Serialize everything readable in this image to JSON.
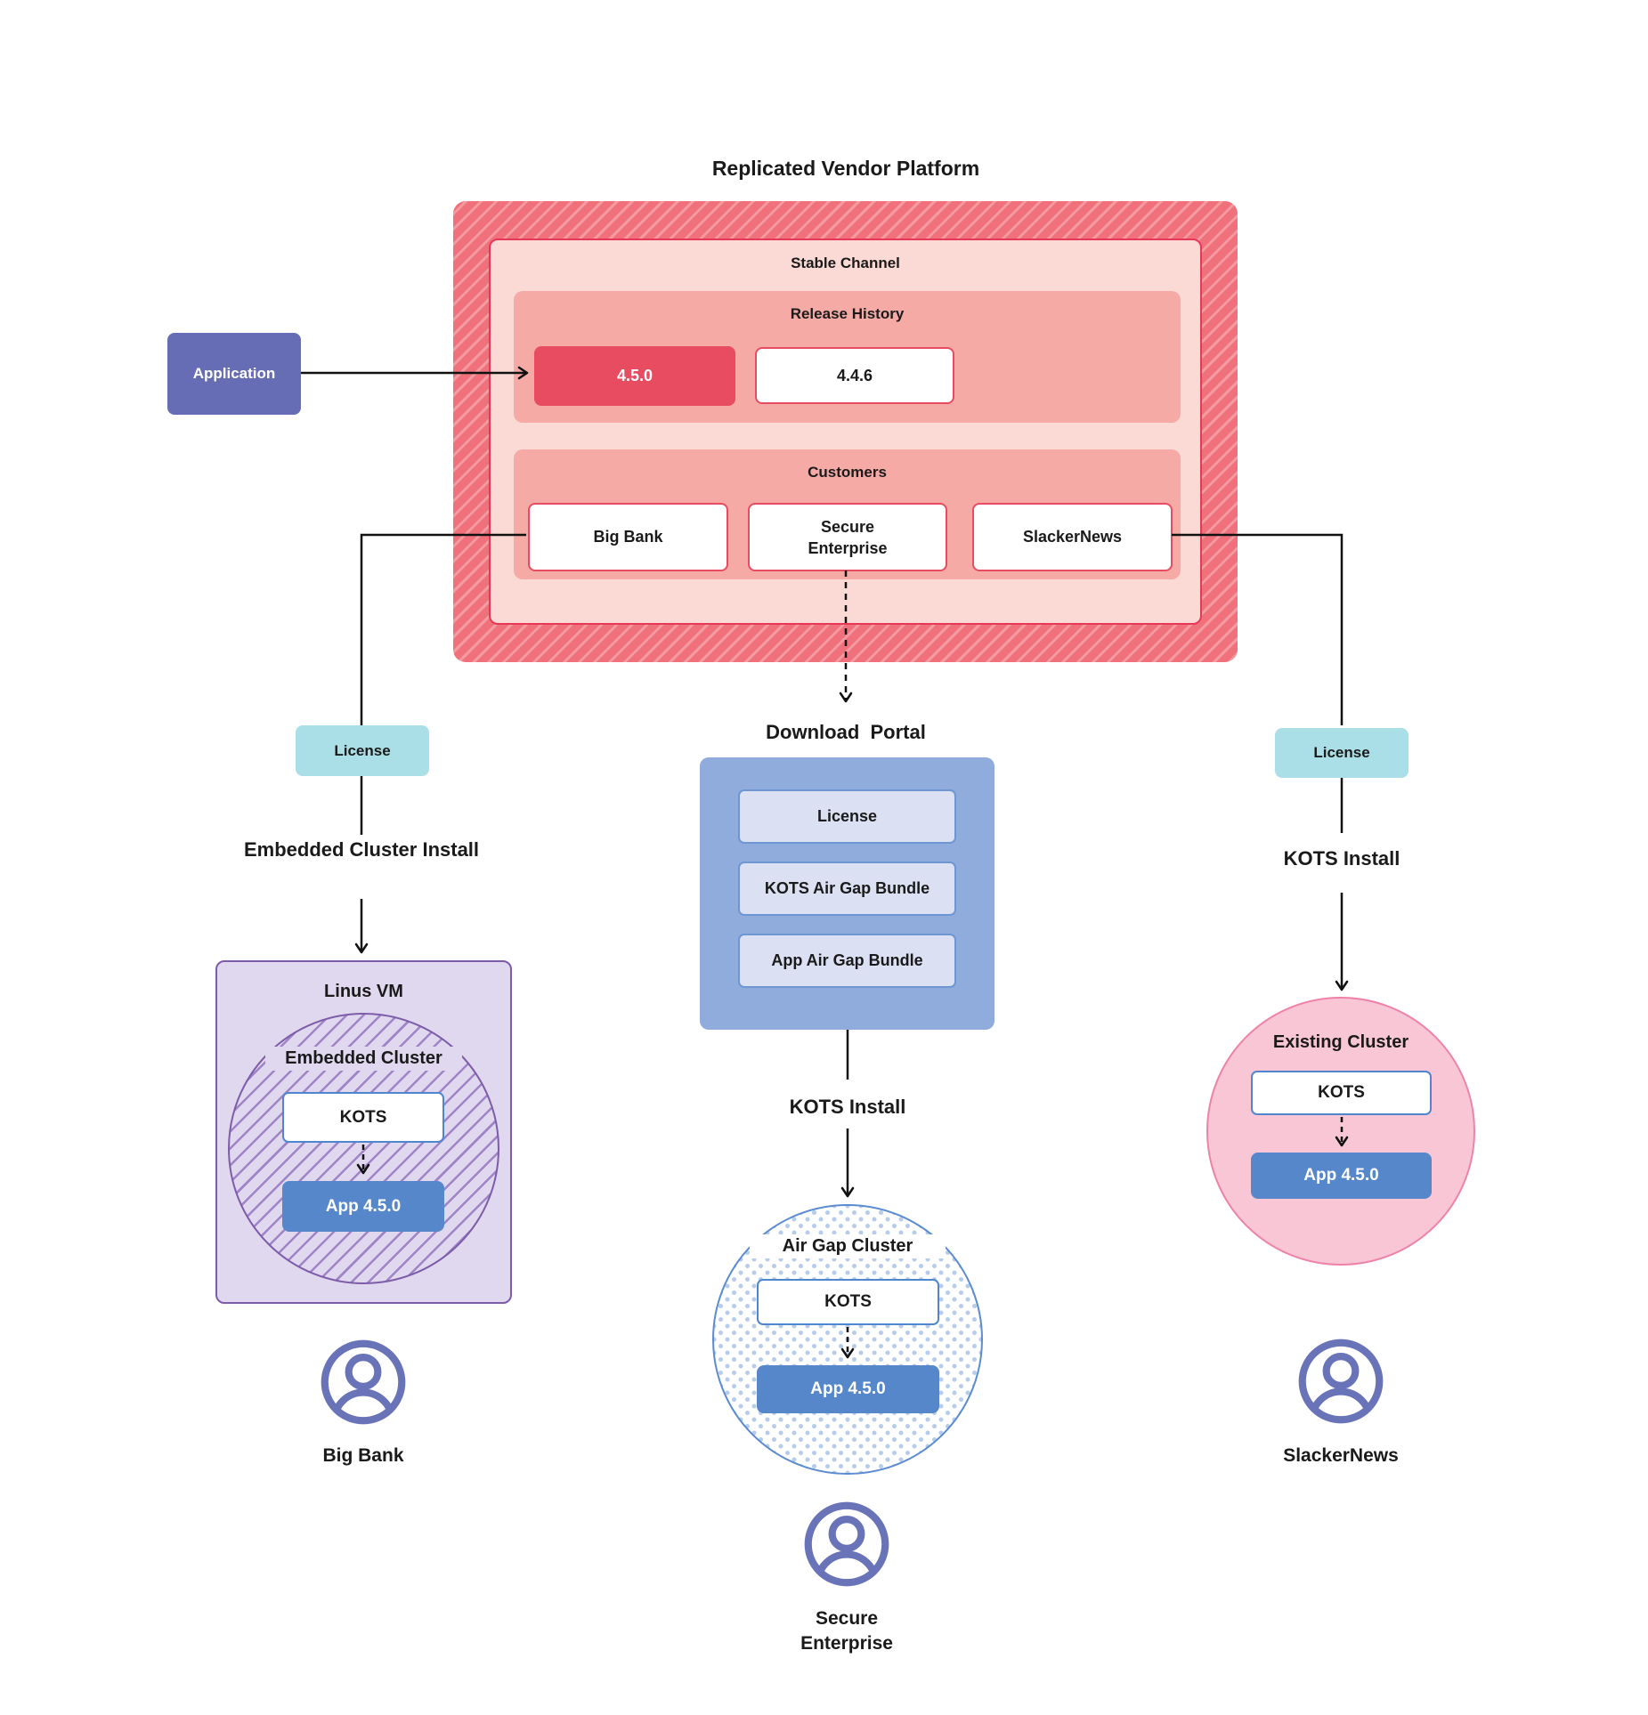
{
  "title": "Replicated Vendor Platform",
  "platform": {
    "stable_channel_label": "Stable Channel",
    "release_history_label": "Release History",
    "releases": [
      {
        "version": "4.5.0"
      },
      {
        "version": "4.4.6"
      }
    ],
    "customers_label": "Customers",
    "customers": [
      {
        "name": "Big Bank"
      },
      {
        "name": "Secure Enterprise"
      },
      {
        "name": "SlackerNews"
      }
    ]
  },
  "application_label": "Application",
  "left_flow": {
    "license_label": "License",
    "install_label": "Embedded Cluster Install",
    "vm_title": "Linus VM",
    "cluster_title": "Embedded Cluster",
    "kots_label": "KOTS",
    "app_label": "App 4.5.0",
    "user_label": "Big Bank"
  },
  "center_flow": {
    "portal_title": "Download  Portal",
    "portal_items": [
      {
        "label": "License"
      },
      {
        "label": "KOTS Air Gap Bundle"
      },
      {
        "label": "App Air Gap Bundle"
      }
    ],
    "install_label": "KOTS Install",
    "cluster_title": "Air Gap Cluster",
    "kots_label": "KOTS",
    "app_label": "App 4.5.0",
    "user_label": "Secure Enterprise"
  },
  "right_flow": {
    "license_label": "License",
    "install_label": "KOTS Install",
    "cluster_title": "Existing Cluster",
    "kots_label": "KOTS",
    "app_label": "App 4.5.0",
    "user_label": "SlackerNews"
  },
  "colors": {
    "hatch_red_base": "#f0717b",
    "hatch_red_stripe": "#f59aa1",
    "channel_bg": "#fbdad6",
    "channel_border": "#e63956",
    "section_bg": "#f6aaa6",
    "release_red": "#e84c61",
    "application_purple": "#676db4",
    "license_teal": "#abdfe7",
    "portal_blue": "#90acdc",
    "portal_item_bg": "#dbe0f3",
    "portal_item_border": "#6e96d3",
    "app_box_blue": "#5687ca",
    "kots_border_blue": "#4e87cf",
    "vm_bg": "#e0d8ee",
    "vm_border": "#7d5caa",
    "vm_hatch_stripe": "#9f84c8",
    "airgap_border": "#5b8bd0",
    "airgap_dot": "#b6cce9",
    "existing_bg": "#f8c6d5",
    "existing_border": "#ee82a8",
    "user_icon": "#6973b8",
    "connector": "#111111"
  }
}
